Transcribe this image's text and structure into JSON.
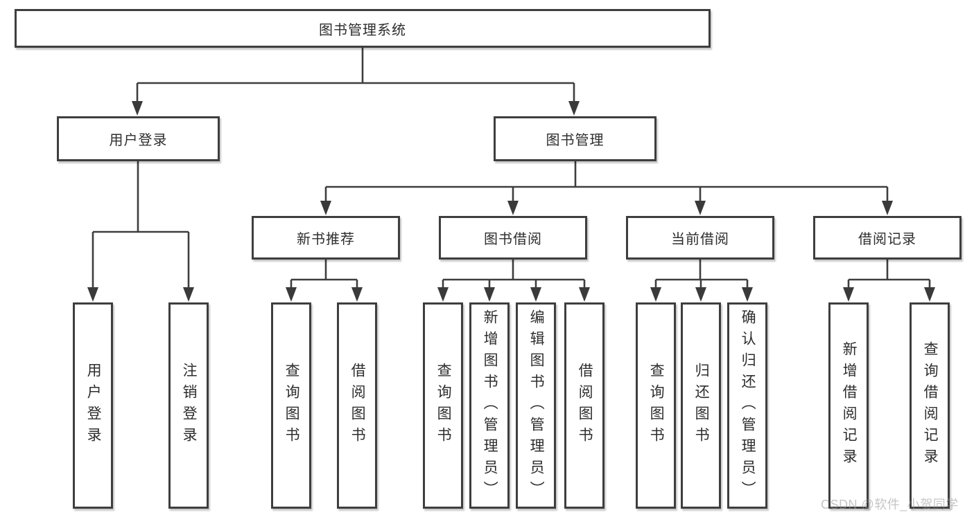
{
  "diagram": {
    "root": {
      "label": "图书管理系统"
    },
    "level2": [
      {
        "label": "用户登录",
        "parent": "图书管理系统"
      },
      {
        "label": "图书管理",
        "parent": "图书管理系统"
      }
    ],
    "level3": [
      {
        "label": "新书推荐",
        "parent": "图书管理"
      },
      {
        "label": "图书借阅",
        "parent": "图书管理"
      },
      {
        "label": "当前借阅",
        "parent": "图书管理"
      },
      {
        "label": "借阅记录",
        "parent": "图书管理"
      }
    ],
    "leaves": [
      {
        "label": "用户登录",
        "parent": "用户登录"
      },
      {
        "label": "注销登录",
        "parent": "用户登录"
      },
      {
        "label": "查询图书",
        "parent": "新书推荐"
      },
      {
        "label": "借阅图书",
        "parent": "新书推荐"
      },
      {
        "label": "查询图书",
        "parent": "图书借阅"
      },
      {
        "label": "新增图书（管理员）",
        "parent": "图书借阅"
      },
      {
        "label": "编辑图书（管理员）",
        "parent": "图书借阅"
      },
      {
        "label": "借阅图书",
        "parent": "图书借阅"
      },
      {
        "label": "查询图书",
        "parent": "当前借阅"
      },
      {
        "label": "归还图书",
        "parent": "当前借阅"
      },
      {
        "label": "确认归还（管理员）",
        "parent": "当前借阅"
      },
      {
        "label": "新增借阅记录",
        "parent": "借阅记录"
      },
      {
        "label": "查询借阅记录",
        "parent": "借阅记录"
      }
    ],
    "colors": {
      "line": "#3e3e3e",
      "text": "#2d2d2d",
      "box_background": "#ffffff",
      "watermark": "#a9a9a9"
    }
  },
  "watermark": {
    "text": "CSDN @软件_小贺同学"
  }
}
